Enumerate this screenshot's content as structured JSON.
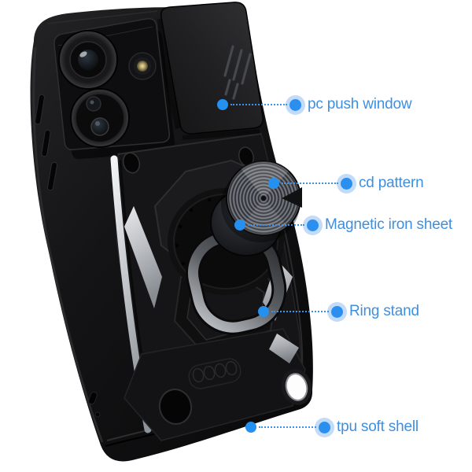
{
  "figure": {
    "background": "#ffffff",
    "subject": "armor phone case with slide camera cover, magnetic cd-pattern sheet and ring stand"
  },
  "colors": {
    "label_text": "#3E8FE0",
    "callout_dot": "#2B8FF0",
    "callout_halo": "rgba(70,146,236,0.33)",
    "case_black": "#121214",
    "silver_accent": "#C6CACF"
  },
  "callouts": [
    {
      "id": "pc-push-window",
      "label": "pc push window"
    },
    {
      "id": "cd-pattern",
      "label": "cd pattern"
    },
    {
      "id": "magnetic-iron-sheet",
      "label": "Magnetic iron sheet"
    },
    {
      "id": "ring-stand",
      "label": "Ring stand"
    },
    {
      "id": "tpu-soft-shell",
      "label": "tpu soft shell"
    }
  ]
}
